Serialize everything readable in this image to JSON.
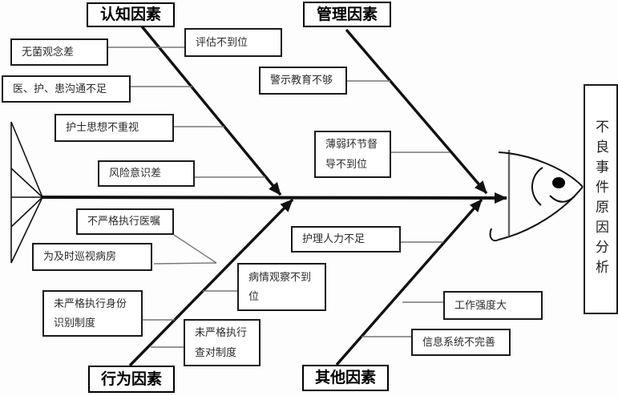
{
  "fishbone": {
    "effect_label": "不良事件原因分析",
    "branches": [
      {
        "name": "认知因素",
        "position": "top-left",
        "causes": [
          "无菌观念差",
          "医、护、患沟通不足",
          "护士思想不重视",
          "风险意识差",
          "评估不到位"
        ]
      },
      {
        "name": "管理因素",
        "position": "top-right",
        "causes": [
          "警示教育不够",
          "薄弱环节督\n导不到位"
        ]
      },
      {
        "name": "行为因素",
        "position": "bottom-left",
        "causes": [
          "不严格执行医嘱",
          "为及时巡视病房",
          "未严格执行身份\n识别制度",
          "未严格执行\n查对制度",
          "病情观察不到\n位"
        ]
      },
      {
        "name": "其他因素",
        "position": "bottom-right",
        "causes": [
          "护理人力不足",
          "工作强度大",
          "信息系统不完善"
        ]
      }
    ],
    "colors": {
      "line": "#111111",
      "connector": "#777777",
      "text": "#2b2b2b",
      "background": "#fdfdfd"
    }
  }
}
